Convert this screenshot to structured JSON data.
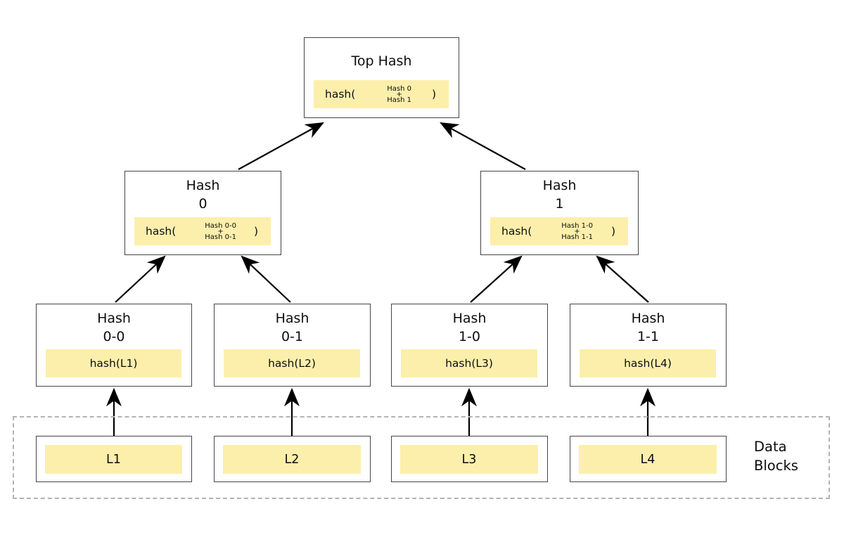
{
  "colors": {
    "highlight_fill": "#FCEFAC",
    "box_border": "#454545",
    "dashed_border": "#b3b3b3",
    "arrow": "#000000",
    "background": "#ffffff"
  },
  "nodes": {
    "top": {
      "title": [
        "Top Hash"
      ],
      "fn_open": "hash(",
      "arg1": "Hash 0",
      "plus": "+",
      "arg2": "Hash 1",
      "fn_close": ")"
    },
    "hash0": {
      "title": [
        "Hash",
        "0"
      ],
      "fn_open": "hash(",
      "arg1": "Hash 0-0",
      "plus": "+",
      "arg2": "Hash 0-1",
      "fn_close": ")"
    },
    "hash1": {
      "title": [
        "Hash",
        "1"
      ],
      "fn_open": "hash(",
      "arg1": "Hash 1-0",
      "plus": "+",
      "arg2": "Hash 1-1",
      "fn_close": ")"
    },
    "hash00": {
      "title": [
        "Hash",
        "0-0"
      ],
      "value": "hash(L1)"
    },
    "hash01": {
      "title": [
        "Hash",
        "0-1"
      ],
      "value": "hash(L2)"
    },
    "hash10": {
      "title": [
        "Hash",
        "1-0"
      ],
      "value": "hash(L3)"
    },
    "hash11": {
      "title": [
        "Hash",
        "1-1"
      ],
      "value": "hash(L4)"
    }
  },
  "data_blocks": {
    "label": "Data\nBlocks",
    "items": [
      {
        "label": "L1"
      },
      {
        "label": "L2"
      },
      {
        "label": "L3"
      },
      {
        "label": "L4"
      }
    ]
  }
}
